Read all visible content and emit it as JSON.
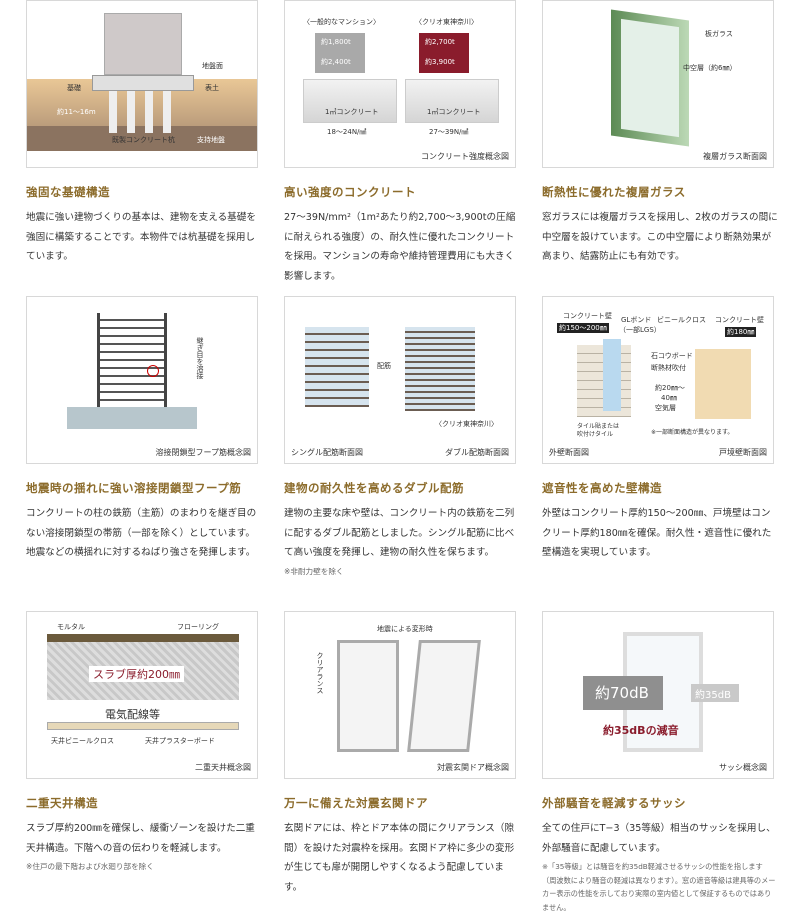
{
  "cards": [
    {
      "title": "強固な基礎構造",
      "text": "地震に強い建物づくりの基本は、建物を支える基礎を強固に構築することです。本物件では杭基礎を採用しています。",
      "labels": {
        "ground": "地盤面",
        "foundation": "基礎",
        "topsoil": "表土",
        "depth": "約11〜16m",
        "pile": "既製コンクリート杭",
        "bearing": "支持地盤"
      }
    },
    {
      "title": "高い強度のコンクリート",
      "text": "27〜39N/mm²（1m²あたり約2,700〜3,900tの圧縮に耐えられる強度）の、耐久性に優れたコンクリートを採用。マンションの寿命や維持管理費用にも大きく影響します。",
      "caption": "コンクリート強度概念図",
      "labels": {
        "general": "〈一般的なマンション〉",
        "clio": "〈クリオ東神奈川〉",
        "gen_load1": "約1,800t",
        "gen_load2": "約2,400t",
        "clio_load1": "約2,700t",
        "clio_load2": "約3,900t",
        "cube": "1㎥コンクリート",
        "gen_strength": "18〜24N/㎟",
        "clio_strength": "27〜39N/㎟"
      }
    },
    {
      "title": "断熱性に優れた複層ガラス",
      "text": "窓ガラスには複層ガラスを採用し、2枚のガラスの間に中空層を設けています。この中空層により断熱効果が高まり、結露防止にも有効です。",
      "caption": "複層ガラス断面図",
      "labels": {
        "glass": "板ガラス",
        "air": "中空層（約6㎜）"
      }
    },
    {
      "title": "地震時の揺れに強い溶接閉鎖型フープ筋",
      "text": "コンクリートの柱の鉄筋（主筋）のまわりを継ぎ目のない溶接閉鎖型の帯筋（一部を除く）としています。地震などの横揺れに対するねばり強さを発揮します。",
      "caption": "溶接閉鎖型フープ筋概念図",
      "labels": {
        "weld": "継ぎ目を溶接"
      }
    },
    {
      "title": "建物の耐久性を高めるダブル配筋",
      "text": "建物の主要な床や壁は、コンクリート内の鉄筋を二列に配するダブル配筋としました。シングル配筋に比べて高い強度を発揮し、建物の耐久性を保ちます。",
      "note": "※非耐力壁を除く",
      "caption_left": "シングル配筋断面図",
      "caption": "ダブル配筋断面図",
      "labels": {
        "rebar": "配筋",
        "clio": "〈クリオ東神奈川〉"
      }
    },
    {
      "title": "遮音性を高めた壁構造",
      "text": "外壁はコンクリート厚約150〜200㎜、戸境壁はコンクリート厚約180㎜を確保。耐久性・遮音性に優れた壁構造を実現しています。",
      "caption_left": "外壁断面図",
      "caption": "戸境壁断面図",
      "labels": {
        "conc_wall": "コンクリート壁",
        "ext_thick": "約150〜200㎜",
        "gl": "GLボンド",
        "gl2": "（一部LGS）",
        "vinyl": "ビニールクロス",
        "conc_wall2": "コンクリート壁",
        "party_thick": "約180㎜",
        "board": "石コウボード",
        "insul": "断熱材吹付",
        "air1": "約20㎜〜",
        "air2": "40㎜",
        "air3": "空気層",
        "tile1": "タイル貼または",
        "tile2": "吹付けタイル",
        "partial": "※一部断面構造が異なります。"
      }
    },
    {
      "title": "二重天井構造",
      "text": "スラブ厚約200㎜を確保し、緩衝ゾーンを設けた二重天井構造。下階への音の伝わりを軽減します。",
      "note": "※住戸の最下階および水廻り部を除く",
      "caption": "二重天井概念図",
      "labels": {
        "mortar": "モルタル",
        "flooring": "フローリング",
        "slab": "スラブ厚約200㎜",
        "wiring": "電気配線等",
        "vinyl": "天井ビニールクロス",
        "plaster": "天井プラスターボード"
      }
    },
    {
      "title": "万一に備えた対震玄関ドア",
      "text": "玄関ドアには、枠とドア本体の間にクリアランス（隙間）を設けた対震枠を採用。玄関ドア枠に多少の変形が生じても扉が開閉しやすくなるよう配慮しています。",
      "caption": "対震玄関ドア概念図",
      "labels": {
        "deform": "地震による変形時",
        "clearance": "クリアランス"
      }
    },
    {
      "title": "外部騒音を軽減するサッシ",
      "text": "全ての住戸にT−3（35等級）相当のサッシを採用し、外部騒音に配慮しています。",
      "note": "※「35等級」とは騒音を約35dB軽減させるサッシの性能を指します（周波数により騒音の軽減は異なります）。窓の遮音等級は建具等のメーカー表示の性能を示しており実際の室内値として保証するものではありません。",
      "caption": "サッシ概念図",
      "labels": {
        "outside": "約70dB",
        "inside": "約35dB",
        "reduce": "約35dBの減音"
      }
    }
  ],
  "colors": {
    "title": "#8c6c2c",
    "accent_red": "#8a1c2c"
  }
}
